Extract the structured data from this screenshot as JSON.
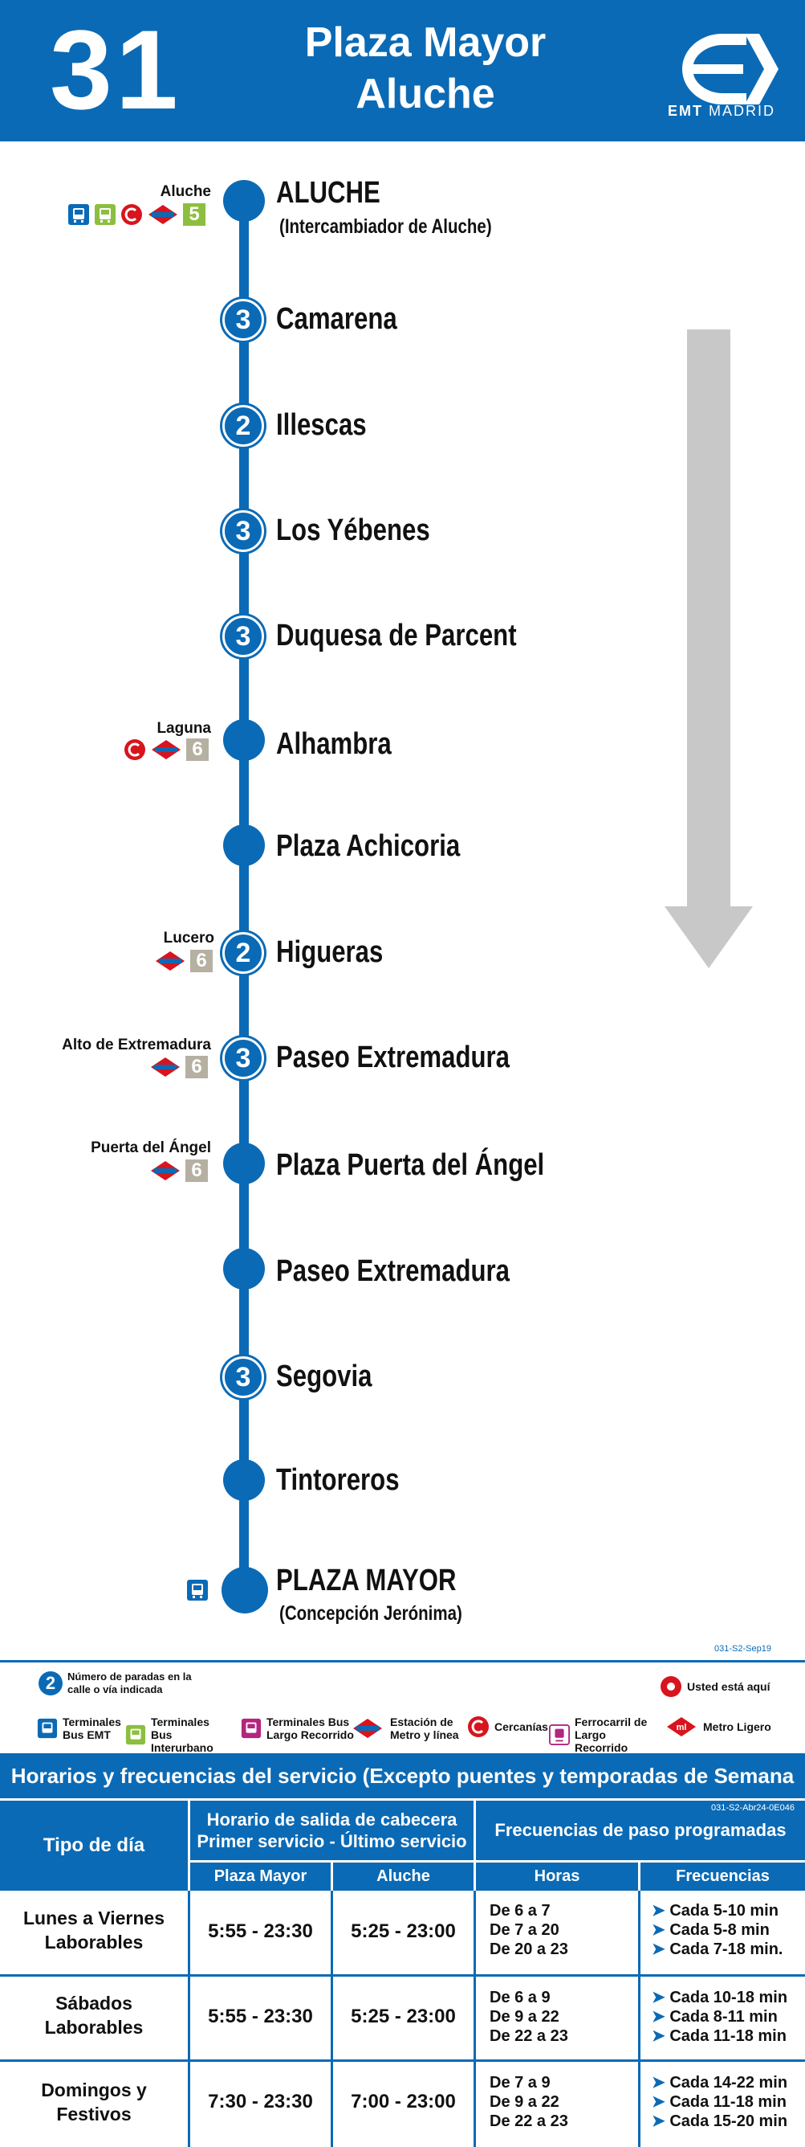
{
  "header": {
    "route_number": "31",
    "title_line1": "Plaza Mayor",
    "title_line2": "Aluche",
    "logo_text_bold": "EMT",
    "logo_text": "MADRID"
  },
  "stops": [
    {
      "name": "ALUCHE",
      "sub": "(Intercambiador de Aluche)",
      "count": "",
      "connection": "Aluche",
      "line": "5"
    },
    {
      "name": "Camarena",
      "count": "3"
    },
    {
      "name": "Illescas",
      "count": "2"
    },
    {
      "name": "Los Yébenes",
      "count": "3"
    },
    {
      "name": "Duquesa de Parcent",
      "count": "3"
    },
    {
      "name": "Alhambra",
      "count": "",
      "connection": "Laguna",
      "line": "6"
    },
    {
      "name": "Plaza Achicoria",
      "count": ""
    },
    {
      "name": "Higueras",
      "count": "2",
      "connection": "Lucero",
      "line": "6"
    },
    {
      "name": "Paseo Extremadura",
      "count": "3",
      "connection": "Alto de Extremadura",
      "line": "6"
    },
    {
      "name": "Plaza Puerta del Ángel",
      "count": "",
      "connection": "Puerta del Ángel",
      "line": "6"
    },
    {
      "name": "Paseo Extremadura",
      "count": ""
    },
    {
      "name": "Segovia",
      "count": "3"
    },
    {
      "name": "Tintoreros",
      "count": ""
    },
    {
      "name": "PLAZA MAYOR",
      "sub": "(Concepción Jerónima)",
      "count": ""
    }
  ],
  "codes": {
    "route_code": "031-S2-Sep19",
    "table_code": "031-S2-Abr24-0E046"
  },
  "legend": {
    "stops_count_number": "2",
    "stops_count": "Número de paradas en la calle o vía indicada",
    "you_are_here": "Usted está aquí",
    "items": [
      {
        "label": "Terminales Bus EMT",
        "icon": "bus-emt-icon"
      },
      {
        "label": "Terminales Bus Interurbano",
        "icon": "bus-interurbano-icon"
      },
      {
        "label": "Terminales Bus Largo Recorrido",
        "icon": "bus-largo-recorrido-icon"
      },
      {
        "label": "Estación de Metro y línea",
        "icon": "metro-icon"
      },
      {
        "label": "Cercanías",
        "icon": "cercanias-icon"
      },
      {
        "label": "Ferrocarril de Largo Recorrido",
        "icon": "train-icon"
      },
      {
        "label": "Metro Ligero",
        "icon": "metro-ligero-icon"
      }
    ]
  },
  "schedule": {
    "title": "Horarios y frecuencias del servicio (Excepto puentes y temporadas de Semana Santa y Verano)",
    "col_day_type": "Tipo de día",
    "col_departure": "Horario de salida de cabecera Primer servicio - Último servicio",
    "col_departure_1": "Horario de salida de cabecera",
    "col_departure_2": "Primer servicio - Último servicio",
    "col_frequencies": "Frecuencias de paso programadas",
    "sub_plaza_mayor": "Plaza Mayor",
    "sub_aluche": "Aluche",
    "sub_hours": "Horas",
    "sub_freq": "Frecuencias",
    "rows": [
      {
        "day1": "Lunes a Viernes",
        "day2": "Laborables",
        "plaza_mayor": "5:55 - 23:30",
        "aluche": "5:25 - 23:00",
        "hours": [
          "De 6 a 7",
          "De 7 a 20",
          "De 20 a 23"
        ],
        "freqs": [
          "Cada 5-10 min",
          "Cada 5-8 min",
          "Cada 7-18 min."
        ]
      },
      {
        "day1": "Sábados",
        "day2": "Laborables",
        "plaza_mayor": "5:55 - 23:30",
        "aluche": "5:25 - 23:00",
        "hours": [
          "De 6 a 9",
          "De 9 a 22",
          "De 22 a 23"
        ],
        "freqs": [
          "Cada 10-18 min",
          "Cada 8-11 min",
          "Cada 11-18 min"
        ]
      },
      {
        "day1": "Domingos y",
        "day2": "Festivos",
        "plaza_mayor": "7:30 - 23:30",
        "aluche": "7:00 - 23:00",
        "hours": [
          "De 7 a 9",
          "De 9 a 22",
          "De 22 a 23"
        ],
        "freqs": [
          "Cada 14-22 min",
          "Cada 11-18 min",
          "Cada 15-20 min"
        ]
      }
    ]
  },
  "colors": {
    "brand": "#0b6ab5",
    "arrow": "#c8c8c8",
    "metro_red": "#d8141e",
    "line5": "#8cbf3f",
    "line6": "#b5b0a2"
  }
}
